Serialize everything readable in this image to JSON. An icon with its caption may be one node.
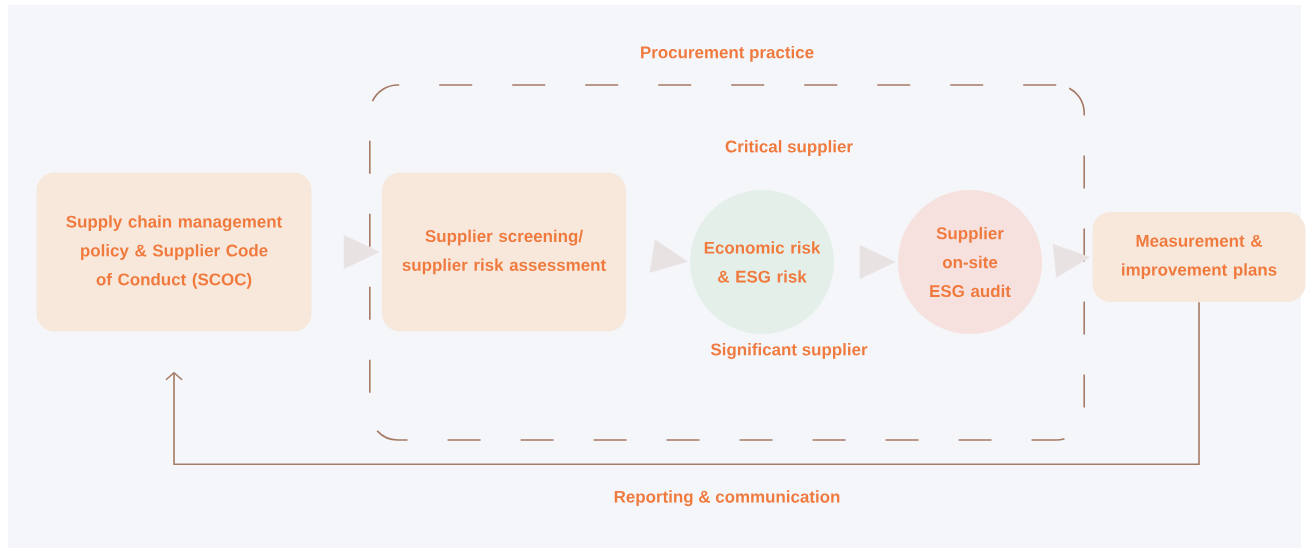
{
  "diagram": {
    "nodes": [
      {
        "text": [
          "Procurement practice"
        ]
      },
      {
        "text": [
          "Supply chain management policy & Supplier Code of Conduct (SCOC)"
        ]
      },
      {
        "text": [
          "Supplier screening/ supplier risk assessment"
        ],
        "in": 0
      },
      {
        "text": [
          "Economic risk & ESG risk"
        ],
        "in": 0
      },
      {
        "text": [
          "Supplier on-site ESG audit"
        ],
        "in": 0
      },
      {
        "text": [
          "Measurement & improvement plans"
        ]
      }
    ],
    "edges": [
      {
        "from": 1,
        "to": 2,
        "arrow": "to"
      },
      {
        "from": 2,
        "to": 3,
        "arrow": "to"
      },
      {
        "from": 3,
        "to": 4,
        "arrow": "to"
      },
      {
        "from": 4,
        "to": 5,
        "arrow": "to"
      },
      {
        "from": 5,
        "to": 1,
        "arrow": "to",
        "label": "Reporting & communication",
        "color": "#a57a66"
      }
    ],
    "labels": [
      "Critical supplier",
      "Significant supplier"
    ]
  }
}
